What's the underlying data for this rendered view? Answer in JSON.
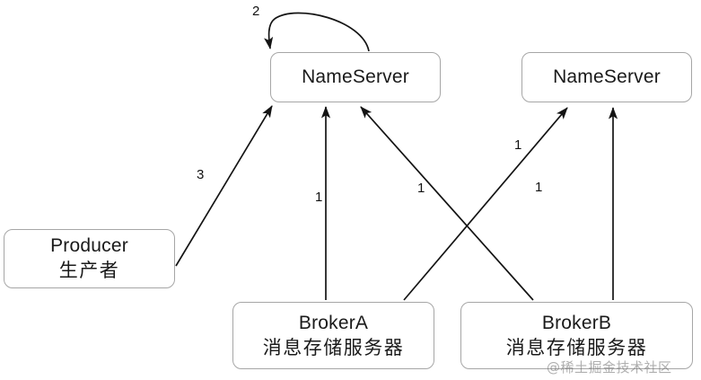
{
  "diagram": {
    "background_color": "#ffffff",
    "stroke_color": "#1a1a1a",
    "box_border_color": "#a6a6a6",
    "nodes": [
      {
        "id": "nameserver-left",
        "title": "NameServer",
        "subtitle": ""
      },
      {
        "id": "nameserver-right",
        "title": "NameServer",
        "subtitle": ""
      },
      {
        "id": "producer",
        "title": "Producer",
        "subtitle": "生产者"
      },
      {
        "id": "brokera",
        "title": "BrokerA",
        "subtitle": "消息存储服务器"
      },
      {
        "id": "brokerb",
        "title": "BrokerB",
        "subtitle": "消息存储服务器"
      }
    ],
    "edges": [
      {
        "id": "self-loop",
        "from": "nameserver-left",
        "to": "nameserver-left",
        "label": "2"
      },
      {
        "id": "producer-to-ns",
        "from": "producer",
        "to": "nameserver-left",
        "label": "3"
      },
      {
        "id": "brokera-to-ns-left",
        "from": "brokera",
        "to": "nameserver-left",
        "label": "1"
      },
      {
        "id": "brokera-to-ns-right",
        "from": "brokera",
        "to": "nameserver-right",
        "label": "1"
      },
      {
        "id": "brokerb-to-ns-left",
        "from": "brokerb",
        "to": "nameserver-left",
        "label": "1"
      },
      {
        "id": "brokerb-to-ns-right",
        "from": "brokerb",
        "to": "nameserver-right",
        "label": "1"
      }
    ]
  },
  "watermark": {
    "text": "@稀土掘金技术社区"
  }
}
